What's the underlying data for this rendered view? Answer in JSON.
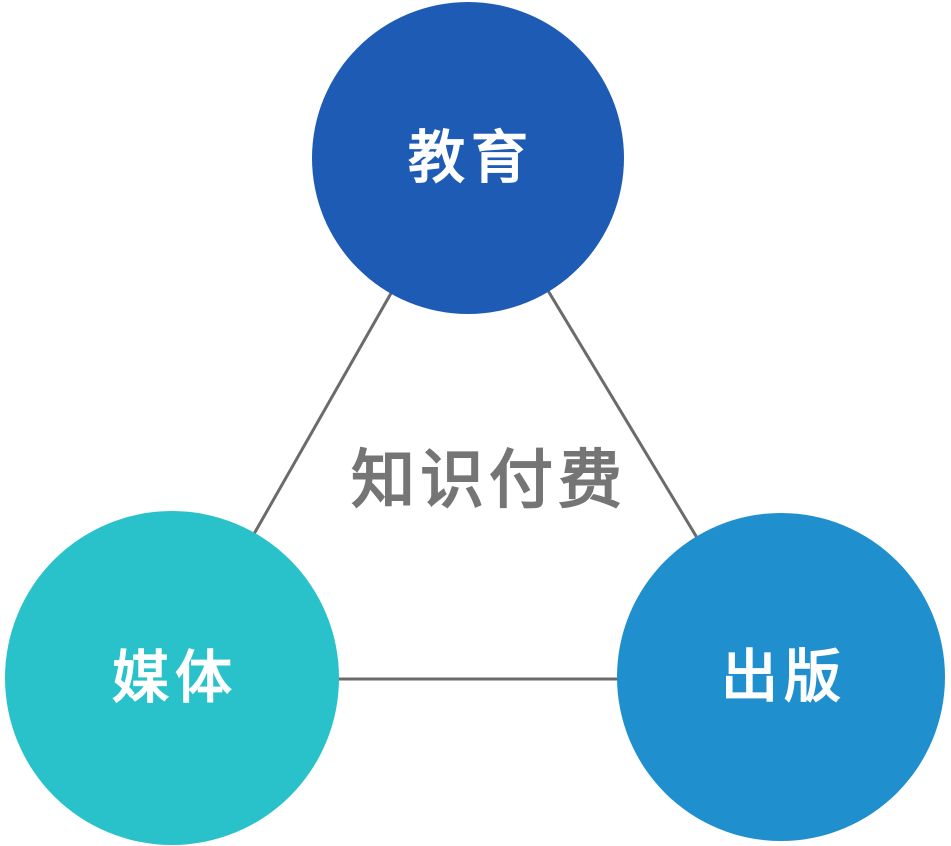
{
  "diagram": {
    "title": "知识付费",
    "title_color": "#757575",
    "background_color": "#ffffff",
    "connector_color": "#6b6b6b",
    "nodes": [
      {
        "id": "education",
        "label": "教育",
        "color": "#1d5bb4",
        "text_color": "#ffffff"
      },
      {
        "id": "media",
        "label": "媒体",
        "color": "#2ac2ca",
        "text_color": "#ffffff"
      },
      {
        "id": "publishing",
        "label": "出版",
        "color": "#1f8fce",
        "text_color": "#ffffff"
      }
    ],
    "connections": [
      {
        "from": "education",
        "to": "media"
      },
      {
        "from": "education",
        "to": "publishing"
      },
      {
        "from": "media",
        "to": "publishing"
      }
    ]
  }
}
